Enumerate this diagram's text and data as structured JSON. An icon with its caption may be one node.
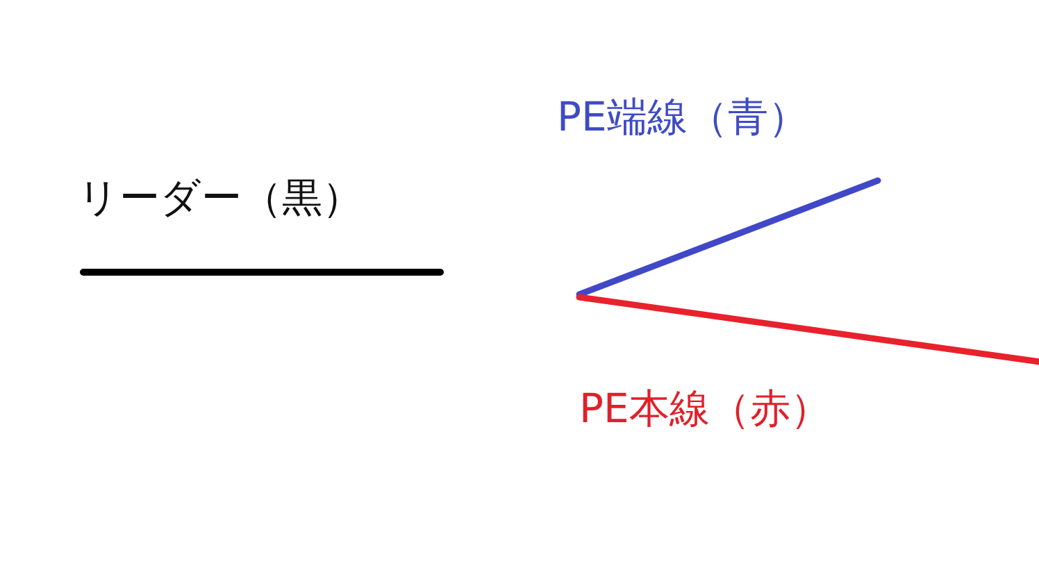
{
  "diagram": {
    "labels": [
      "PE端線（青）",
      "リーダー（黒）",
      "PE本線（赤）"
    ]
  }
}
